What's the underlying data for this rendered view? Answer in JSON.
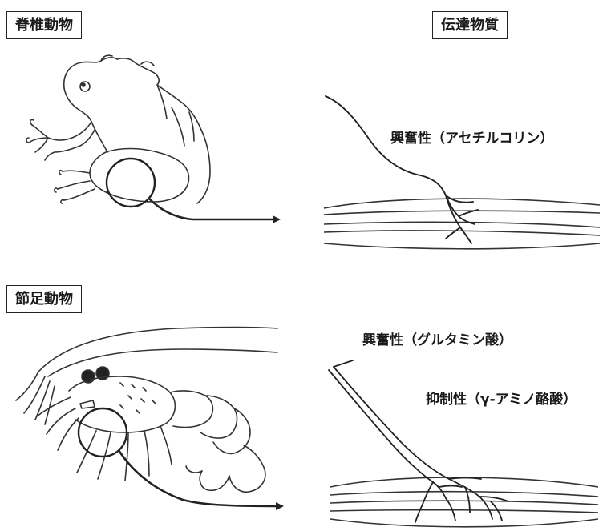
{
  "labels": {
    "vertebrate": "脊椎動物",
    "arthropod": "節足動物",
    "transmitter": "伝達物質"
  },
  "annotations": {
    "vertebrate_excitatory": "興奮性（アセチルコリン）",
    "arthropod_excitatory": "興奮性（グルタミン酸）",
    "arthropod_inhibitory": "抑制性（γ-アミノ酪酸）"
  },
  "colors": {
    "line": "#222222",
    "background": "#ffffff"
  }
}
